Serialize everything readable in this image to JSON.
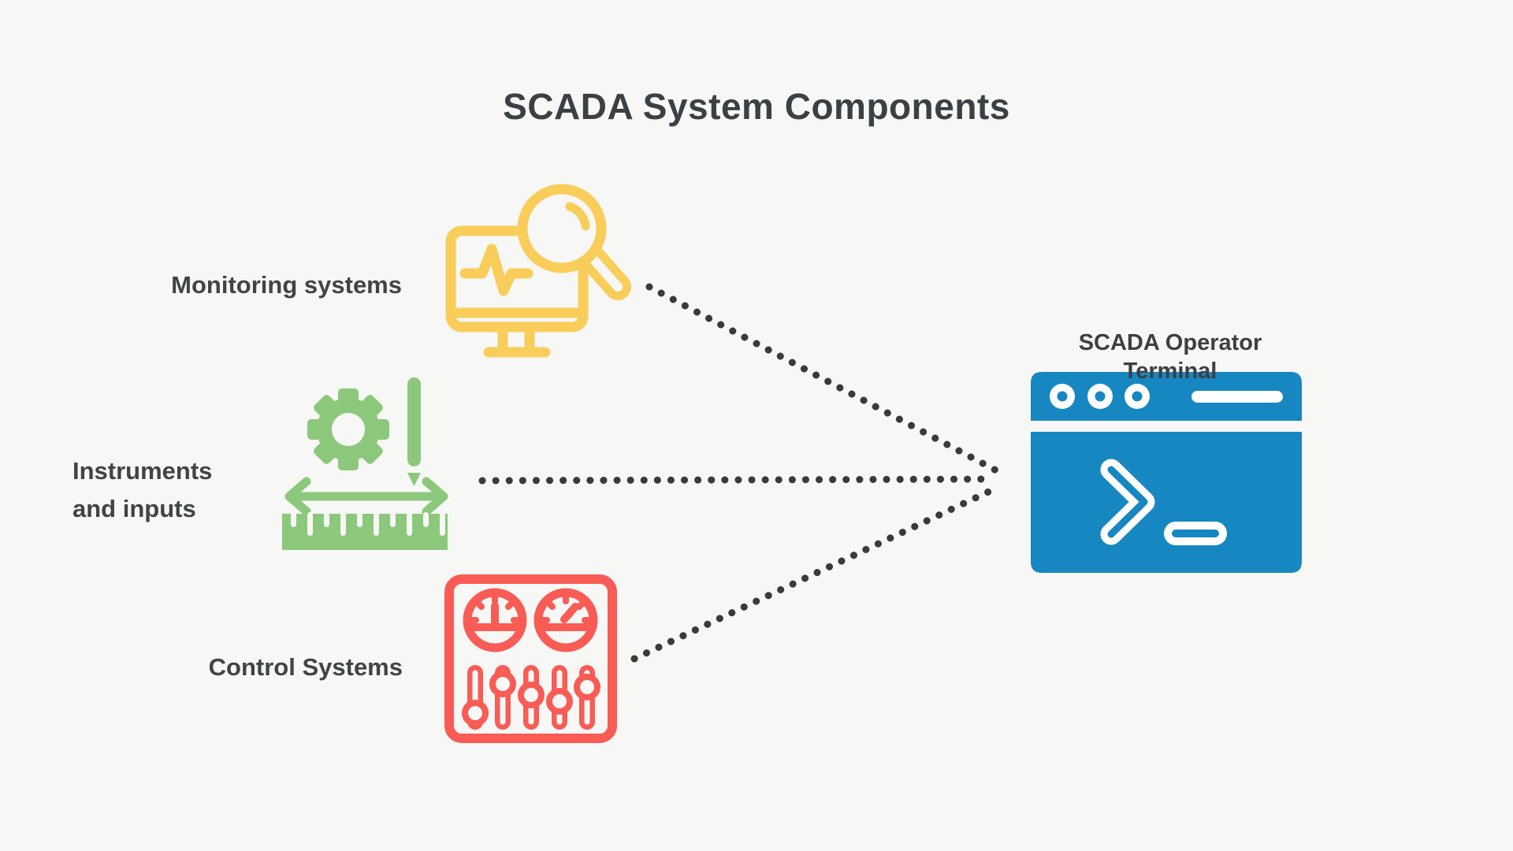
{
  "title": "SCADA System Components",
  "colors": {
    "background": "#F7F7F5",
    "text": "#3B4045",
    "connector": "#3A3A3A",
    "monitoring_accent": "#F9CD5A",
    "instruments_accent": "#8CC87C",
    "control_accent": "#F95B55",
    "terminal_accent": "#1787C1",
    "icon_detail_white": "#FFFFFF"
  },
  "components": [
    {
      "label": "Monitoring systems",
      "icon": "monitor-with-magnifier-icon",
      "color": "#F9CD5A"
    },
    {
      "label": "Instruments and inputs",
      "icon": "gear-pencil-ruler-icon",
      "color": "#8CC87C"
    },
    {
      "label": "Control Systems",
      "icon": "control-panel-icon",
      "color": "#F95B55"
    }
  ],
  "terminal": {
    "label": "SCADA Operator Terminal",
    "icon": "terminal-window-icon",
    "color": "#1787C1"
  },
  "connectors": [
    {
      "from": "Monitoring systems",
      "to": "SCADA Operator Terminal",
      "style": "dotted"
    },
    {
      "from": "Instruments and inputs",
      "to": "SCADA Operator Terminal",
      "style": "dotted"
    },
    {
      "from": "Control Systems",
      "to": "SCADA Operator Terminal",
      "style": "dotted"
    }
  ]
}
